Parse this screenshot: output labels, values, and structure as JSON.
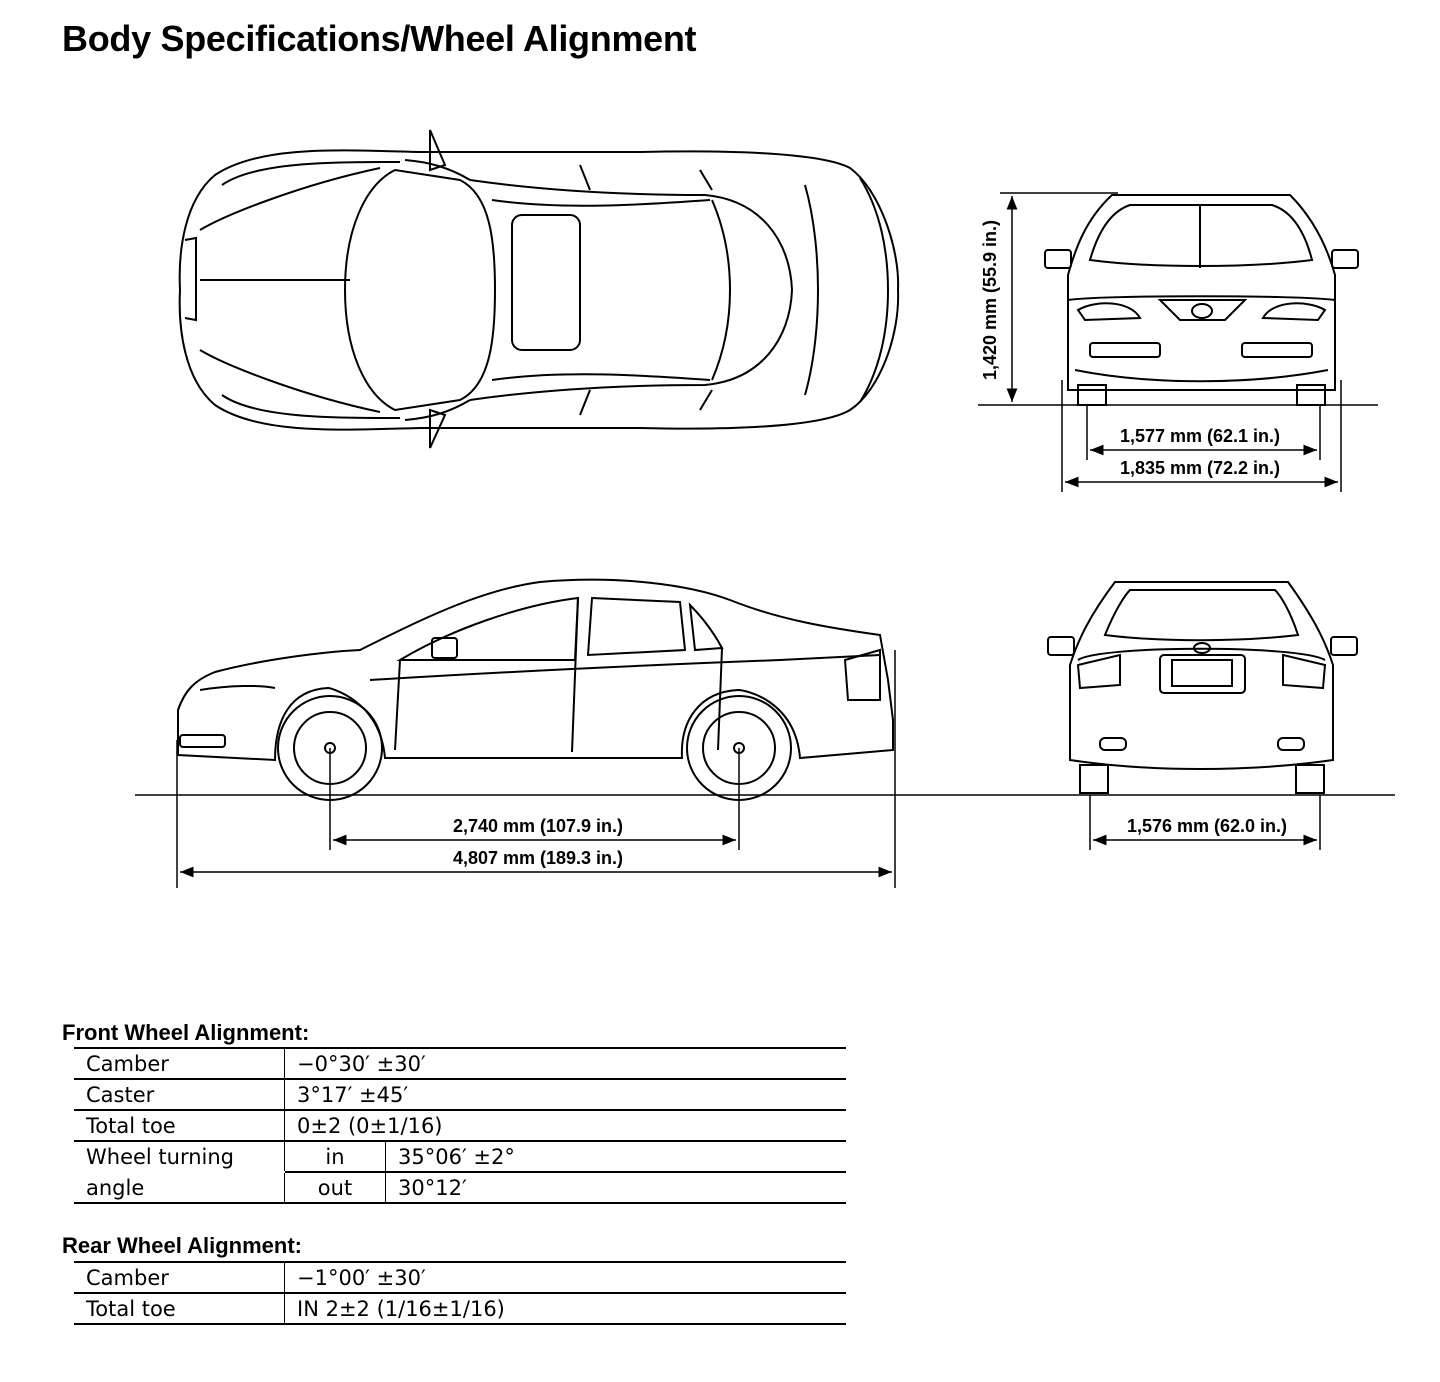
{
  "title": "Body Specifications/Wheel Alignment",
  "dimensions": {
    "height": "1,420 mm (55.9 in.)",
    "front_track": "1,577 mm (62.1 in.)",
    "width": "1,835 mm (72.2 in.)",
    "wheelbase": "2,740 mm (107.9 in.)",
    "length": "4,807 mm (189.3 in.)",
    "rear_track": "1,576 mm (62.0 in.)"
  },
  "front_alignment": {
    "title": "Front Wheel Alignment:",
    "camber_label": "Camber",
    "camber_value": "−0°30′ ±30′",
    "caster_label": "Caster",
    "caster_value": "3°17′ ±45′",
    "toe_label": "Total toe",
    "toe_value": "0±2 (0±1/16)",
    "turning_label_1": "Wheel turning",
    "turning_label_2": "angle",
    "turning_in_label": "in",
    "turning_in_value": "35°06′ ±2°",
    "turning_out_label": "out",
    "turning_out_value": "30°12′"
  },
  "rear_alignment": {
    "title": "Rear Wheel Alignment:",
    "camber_label": "Camber",
    "camber_value": "−1°00′ ±30′",
    "toe_label": "Total toe",
    "toe_value": "IN 2±2 (1/16±1/16)"
  }
}
